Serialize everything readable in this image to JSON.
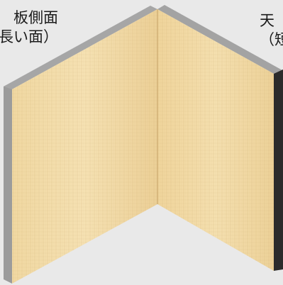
{
  "labels": {
    "left": {
      "line1": "板側面",
      "line2": "長い面）"
    },
    "right": {
      "line1": "天",
      "line2": "（短"
    }
  },
  "colors": {
    "background": "#e9e9e9",
    "wood_light": "#f4deab",
    "wood_mid": "#e8c98a",
    "wood_dark": "#d9b777",
    "edge_gray": "#9a9a9a",
    "edge_dark": "#2a2a2a"
  }
}
